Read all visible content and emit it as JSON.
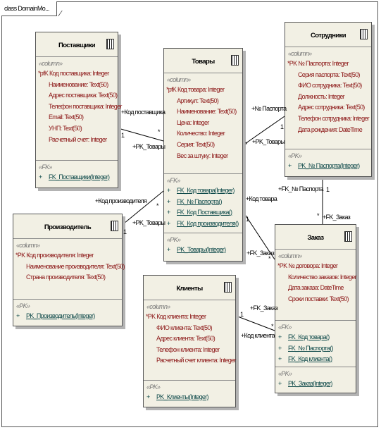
{
  "frame": {
    "title": "class DomainMo..."
  },
  "classes": {
    "postavshchiki": {
      "title": "Поставщики",
      "stereotype": "«column»",
      "pk": "*pfK Код поставщика: Integer",
      "attrs": [
        "Наименование: Text(50)",
        "Адрес поставщика: Text(50)",
        "Телефон поставщика: Integer",
        "Email: Text(50)",
        "УНП: Text(50)",
        "Расчетный счет: Integer"
      ],
      "fk_stereo": "«FK»",
      "ops": [
        "FK_Поставщики(Integer)"
      ]
    },
    "tovary": {
      "title": "Товары",
      "stereotype": "«column»",
      "pk": "*pfK Код товара: Integer",
      "attrs": [
        "Артикул: Text(50)",
        "Наименование: Text(50)",
        "Цена: Integer",
        "Количество: Integer",
        "Серия: Text(50)",
        "Вес за штуку: Integer"
      ],
      "fk_stereo": "«FK»",
      "fk_ops": [
        "FK_Код товара(Integer)",
        "FK_№ Паспорта()",
        "FK_Код Поставщика()",
        "FK_Код производителя()"
      ],
      "pk_stereo": "«PK»",
      "pk_ops": [
        "PK_Товары(Integer)"
      ]
    },
    "sotrudniki": {
      "title": "Сотрудники",
      "stereotype": "«column»",
      "pk": "*PK № Паспорта: Integer",
      "attrs": [
        "Серия паспорта: Text(50)",
        "ФИО сотрудника: Text(50)",
        "Должность: Integer",
        "Адрес сотрудника: Text(50)",
        "Телефон сотрудника: Integer",
        "Дата рождения: DateTime"
      ],
      "fk_stereo": "«PK»",
      "ops": [
        "PK_№ Паспорта(Integer)"
      ]
    },
    "proizvoditel": {
      "title": "Производитель",
      "stereotype": "«column»",
      "pk": "*PK Код производителя: Integer",
      "attrs": [
        "Наименование производителя: Text(50)",
        "Страна производителя: Text(50)"
      ],
      "fk_stereo": "«PK»",
      "ops": [
        "PK_Производитель(Integer)"
      ]
    },
    "klienty": {
      "title": "Клиенты",
      "stereotype": "«column»",
      "pk": "*PK Код клиента: Integer",
      "attrs": [
        "ФИО клиента: Text(50)",
        "Адрес клиента: Text(50)",
        "Телефон клиента: Integer",
        "Расчетный счет клиента: Integer"
      ],
      "fk_stereo": "«PK»",
      "ops": [
        "PK_Клиенты(Integer)"
      ]
    },
    "zakaz": {
      "title": "Заказ",
      "stereotype": "«column»",
      "pk": "*PK № договора: Integer",
      "attrs": [
        "Количество заказов: Integer",
        "Дата заказа: DateTime",
        "Сроки поставки: Text(50)"
      ],
      "fk_stereo": "«FK»",
      "fk_ops": [
        "FK_Код товара()",
        "FK_№ Паспорта()",
        "FK_Код клиента()"
      ],
      "pk_stereo": "«PK»",
      "pk_ops": [
        "PK_Заказ(Integer)"
      ]
    }
  },
  "labels": {
    "l1": "+Код поставщика",
    "l2": "1",
    "l3": "*",
    "l4": "+PK_Товары",
    "l5": "+№ Паспорта",
    "l6": "1",
    "l7": "*",
    "l8": "+PK_Товары",
    "l9": "+Код производителя",
    "l10": "1",
    "l11": "*",
    "l12": "+PK_Товары",
    "l13": "+Код товара",
    "l14": "1",
    "l15": "*",
    "l16": "+FK_Заказ",
    "l17": "+FK_№ Паспорта",
    "l18": "1",
    "l19": "*",
    "l20": "+FK_Заказ",
    "l21": "+FK_Заказ",
    "l22": "1",
    "l23": "*",
    "l24": "+Код клиента"
  }
}
